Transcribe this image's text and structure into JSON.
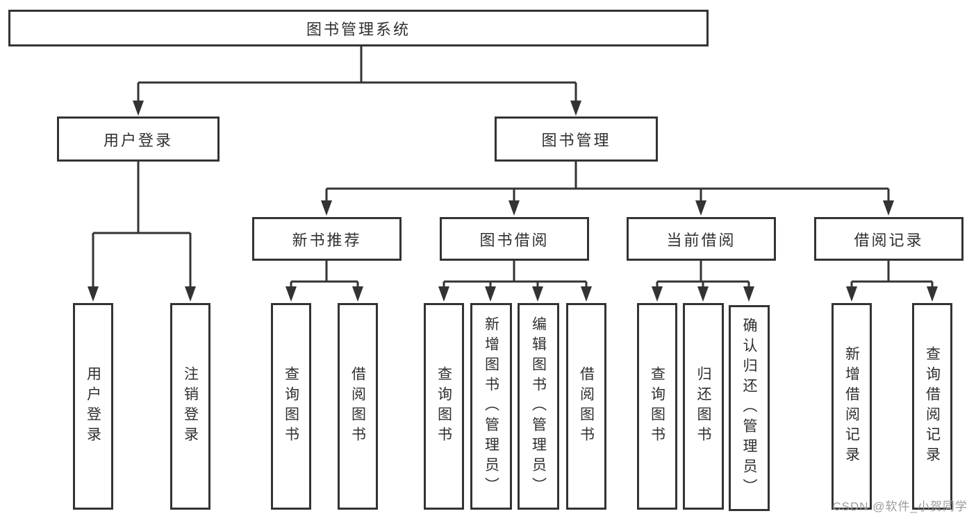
{
  "tree": {
    "root": {
      "label": "图书管理系统"
    },
    "branches": [
      {
        "label": "用户登录",
        "leaves": [
          {
            "label": "用户登录"
          },
          {
            "label": "注销登录"
          }
        ]
      },
      {
        "label": "图书管理",
        "groups": [
          {
            "label": "新书推荐",
            "leaves": [
              {
                "label": "查询图书"
              },
              {
                "label": "借阅图书"
              }
            ]
          },
          {
            "label": "图书借阅",
            "leaves": [
              {
                "label": "查询图书"
              },
              {
                "label": "新增图书（管理员）"
              },
              {
                "label": "编辑图书（管理员）"
              },
              {
                "label": "借阅图书"
              }
            ]
          },
          {
            "label": "当前借阅",
            "leaves": [
              {
                "label": "查询图书"
              },
              {
                "label": "归还图书"
              },
              {
                "label": "确认归还（管理员）"
              }
            ]
          },
          {
            "label": "借阅记录",
            "leaves": [
              {
                "label": "新增借阅记录"
              },
              {
                "label": "查询借阅记录"
              }
            ]
          }
        ]
      }
    ]
  },
  "watermark": "CSDN @软件_小贺同学",
  "colors": {
    "line": "#333333",
    "text": "#2f2f2f",
    "watermark": "#9b9b9b",
    "background": "#ffffff"
  }
}
